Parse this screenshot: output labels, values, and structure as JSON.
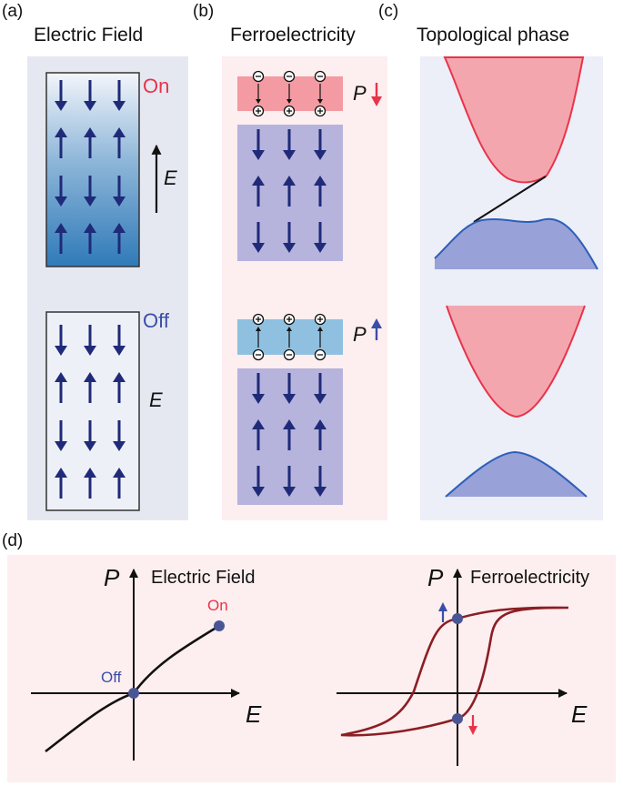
{
  "panels": {
    "a": {
      "label": "(a)",
      "title": "Electric Field",
      "state_on": "On",
      "state_off": "Off",
      "field_symbol": "E"
    },
    "b": {
      "label": "(b)",
      "title": "Ferroelectricity",
      "pol_symbol_down": "P",
      "pol_symbol_up": "P"
    },
    "c": {
      "label": "(c)",
      "title": "Topological phase"
    },
    "d": {
      "label": "(d)",
      "left": {
        "y_axis": "P",
        "x_axis": "E",
        "title": "Electric Field",
        "point_on": "On",
        "point_off": "Off"
      },
      "right": {
        "y_axis": "P",
        "x_axis": "E",
        "title": "Ferroelectricity"
      }
    }
  },
  "colors": {
    "spin_arrow": "#1f2a78",
    "on_red": "#e8344a",
    "off_blue": "#3a4ea8",
    "conduction_band": "#f4a6ae",
    "valence_band": "#98a1d8",
    "hysteresis": "#8b1e24",
    "panel_bg_a": "#e6e8f1",
    "panel_bg_b": "#fdeeef",
    "panel_bg_c": "#eceef8"
  }
}
